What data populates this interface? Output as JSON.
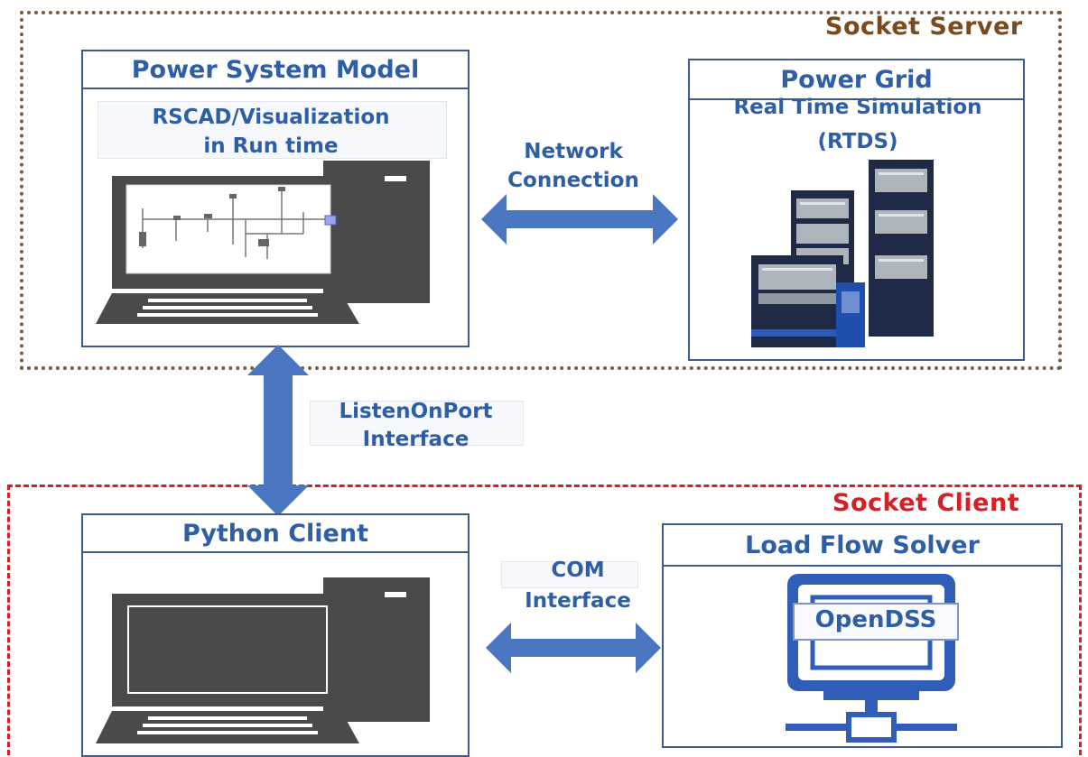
{
  "socket_server": {
    "title": "Socket Server"
  },
  "socket_client": {
    "title": "Socket Client"
  },
  "power_system_model": {
    "header": "Power System Model",
    "subtitle_line1": "RSCAD/Visualization",
    "subtitle_line2": "in Run time"
  },
  "power_grid": {
    "header": "Power Grid",
    "subtitle_line1": "Real Time Simulation",
    "subtitle_line2": "(RTDS)"
  },
  "python_client": {
    "header": "Python Client"
  },
  "load_flow_solver": {
    "header": "Load Flow Solver",
    "software": "OpenDSS"
  },
  "connections": {
    "network_line1": "Network",
    "network_line2": "Connection",
    "listen_line1": "ListenOnPort",
    "listen_line2": "Interface",
    "com_line1": "COM",
    "com_line2": "Interface"
  },
  "colors": {
    "panel_blue": "#2e5fa6",
    "server_title": "#7a4a1c",
    "client_title": "#d61f26",
    "computer_gray": "#4a4a4a",
    "arrow_blue": "#4a76c2"
  },
  "icons": [
    "desktop-computer-icon",
    "rtds-rack-image",
    "network-server-icon"
  ]
}
